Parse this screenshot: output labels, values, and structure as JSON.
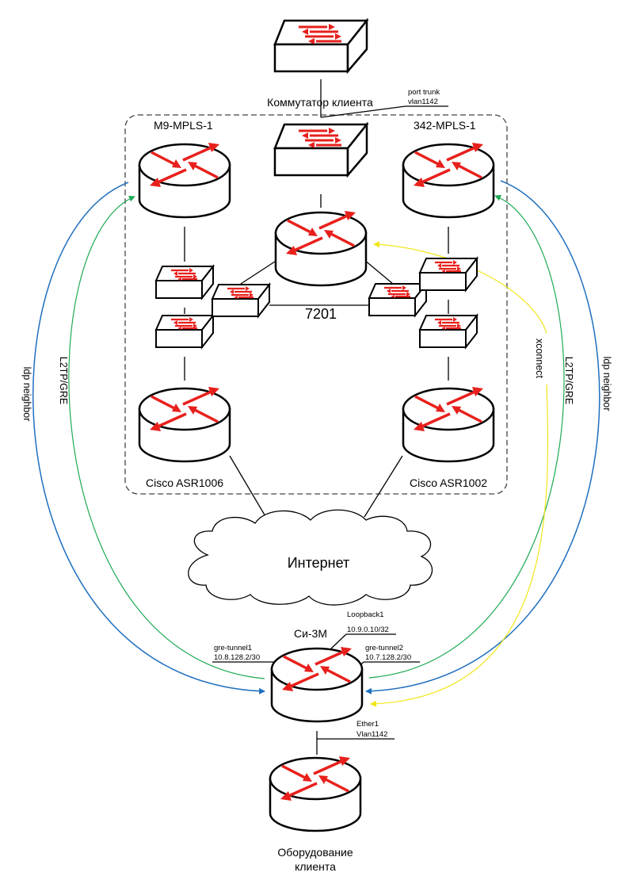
{
  "labels": {
    "client_switch": "Коммутатор клиента",
    "port_trunk": "port trunk",
    "vlan_top": "vlan1142",
    "m9": "M9-MPLS-1",
    "r342": "342-MPLS-1",
    "r7201": "7201",
    "asr1006": "Cisco ASR1006",
    "asr1002": "Cisco ASR1002",
    "internet": "Интернет",
    "si3m": "Си-3М",
    "loopback": "Loopback1",
    "loopback_ip": "10.9.0.10/32",
    "gre1": "gre-tunnel1",
    "gre1_ip": "10.8.128.2/30",
    "gre2": "gre-tunnel2",
    "gre2_ip": "10.7.128.2/30",
    "ether1": "Ether1",
    "vlan_bottom": "Vlan1142",
    "client_equipment_1": "Оборудование",
    "client_equipment_2": "клиента",
    "ldp_left": "ldp neighbor",
    "l2tp_left": "L2TP/GRE",
    "xconnect": "xconnect",
    "l2tp_right": "L2TP/GRE",
    "ldp_right": "ldp neighbor"
  },
  "colors": {
    "ldp_neighbor": "#1f6fbf",
    "l2tp_gre": "#1faa55",
    "xconnect": "#f2e51a",
    "icon_arrow": "#e8201c",
    "boundary": "#444444"
  }
}
